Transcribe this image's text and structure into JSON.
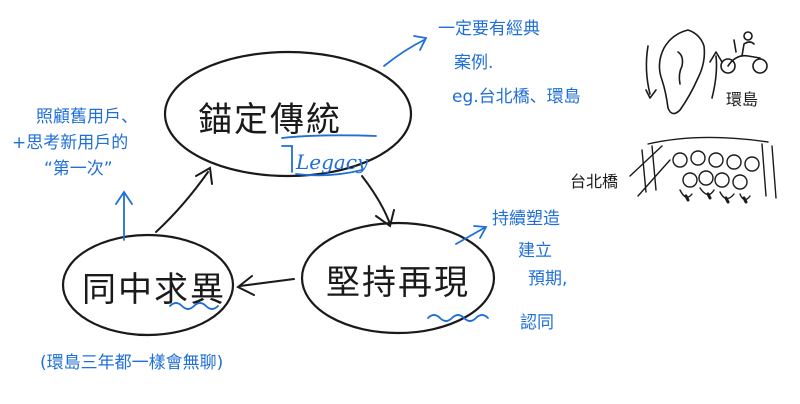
{
  "nodes": {
    "anchor": "錨定傳統",
    "anchor_en": "Legacy",
    "persist": "堅持再現",
    "diverse": "同中求異"
  },
  "notes": {
    "classic_cases": [
      "一定要有經典",
      "案例.",
      "eg.台北橋、環島"
    ],
    "old_new_users": [
      "照顧舊用戶、",
      "+思考新用戶的",
      "“第一次”"
    ],
    "keep_shaping": "持續塑造",
    "establish_expectation": [
      "建立",
      "預期,",
      "認同"
    ],
    "same_every_year": "(環島三年都一樣會無聊)"
  },
  "sketch_labels": {
    "island": "環島",
    "bridge": "台北橋"
  },
  "colors": {
    "ink": "#1a1a1a",
    "accent": "#1f6fd6"
  }
}
